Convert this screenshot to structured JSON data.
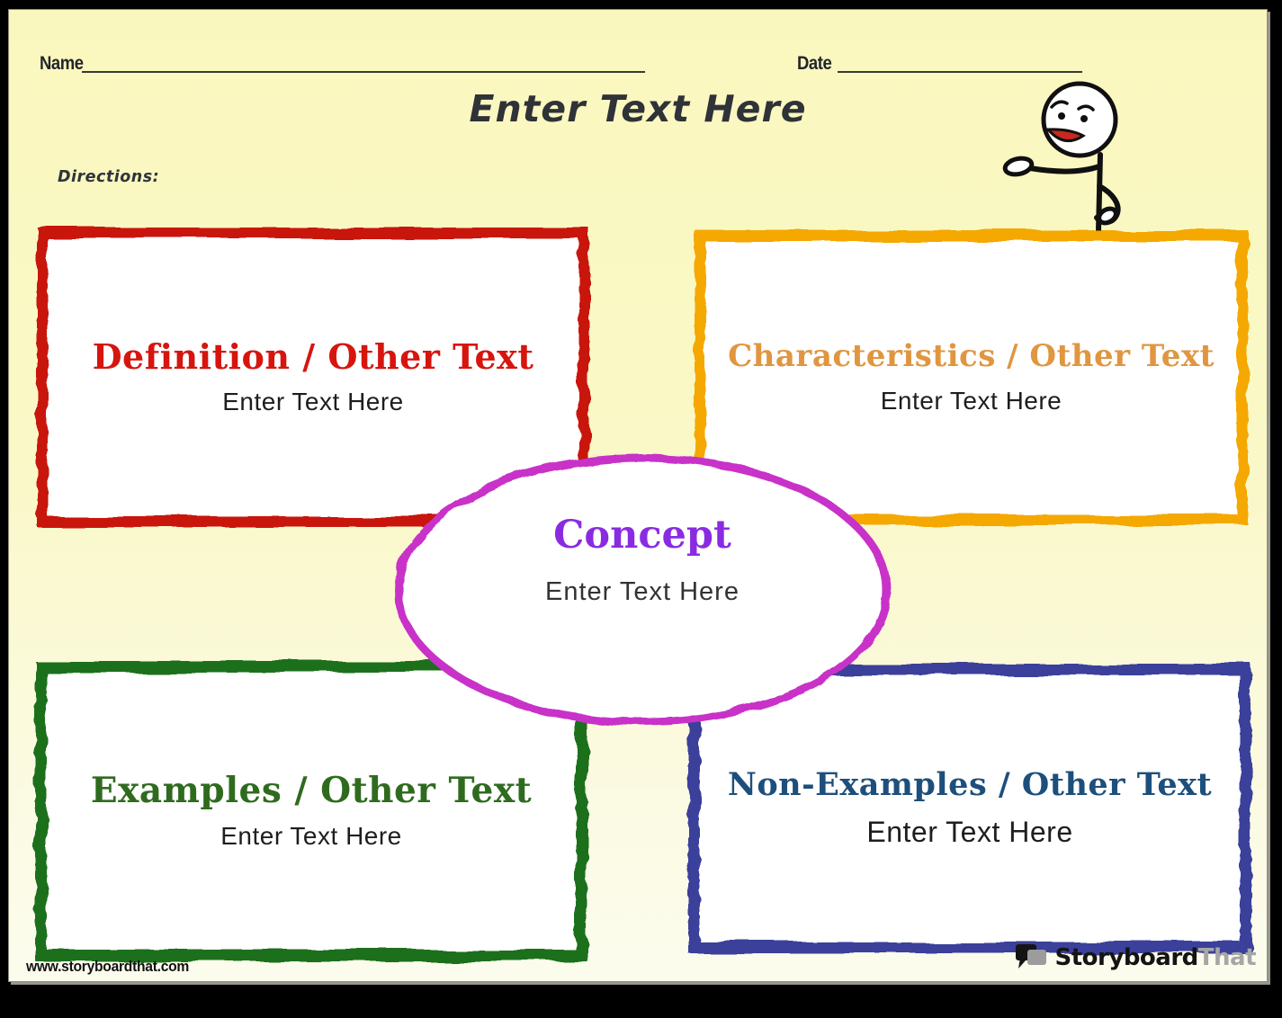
{
  "header": {
    "name_label": "Name",
    "date_label": "Date",
    "title": "Enter Text Here",
    "directions_label": "Directions:"
  },
  "boxes": {
    "definition": {
      "heading": "Definition / Other Text",
      "body": "Enter Text Here",
      "border_color": "#c8150e",
      "heading_color": "#d6150f"
    },
    "characteristics": {
      "heading": "Characteristics / Other Text",
      "body": "Enter Text Here",
      "border_color": "#f5a800",
      "heading_color": "#e09640"
    },
    "examples": {
      "heading": "Examples / Other Text",
      "body": "Enter Text Here",
      "border_color": "#1b701b",
      "heading_color": "#2f6b1f"
    },
    "non_examples": {
      "heading": "Non-Examples / Other Text",
      "body": "Enter Text Here",
      "border_color": "#3a3f9b",
      "heading_color": "#1d4f7c"
    }
  },
  "concept": {
    "heading": "Concept",
    "body": "Enter Text Here",
    "border_color": "#c832c8",
    "heading_color": "#8a2be2"
  },
  "footer": {
    "website": "www.storyboardthat.com",
    "logo_storyboard": "Storyboard",
    "logo_that": "That"
  },
  "icons": {
    "mascot": "stick-figure",
    "logo": "speech-bubbles-icon"
  },
  "page_colors": {
    "background_top": "#faf7be",
    "background_bottom": "#fcfcee",
    "frame": "#000000"
  }
}
